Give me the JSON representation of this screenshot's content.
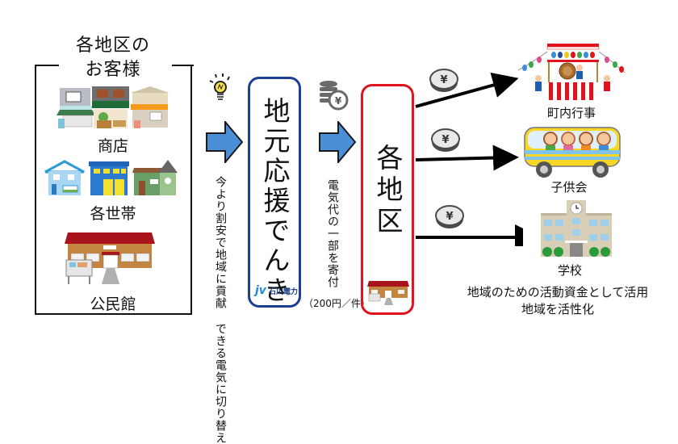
{
  "customers": {
    "title_line1": "各地区の",
    "title_line2": "お客様",
    "groups": [
      {
        "label": "商店",
        "icon": "shops-icon"
      },
      {
        "label": "各世帯",
        "icon": "houses-icon"
      },
      {
        "label": "公民館",
        "icon": "community-hall-icon"
      }
    ]
  },
  "step1": {
    "icon": "lightbulb-icon",
    "caption_col1": "今より割安で地域に貢献",
    "caption_col2": "できる電気に切り替え"
  },
  "plan_box": {
    "title": "地元応援でんき",
    "logo_mark": "jv",
    "logo_text": "石川電力",
    "border_color": "#1b3f94"
  },
  "step2": {
    "icon": "yen-coins-icon",
    "caption": "電気代の一部を寄付",
    "amount": "（200円／件）"
  },
  "district_box": {
    "title": "各地区",
    "icon": "community-hall-icon",
    "border_color": "#e0141e"
  },
  "destinations": [
    {
      "label": "町内行事",
      "icon": "festival-icon"
    },
    {
      "label": "子供会",
      "icon": "school-bus-icon"
    },
    {
      "label": "学校",
      "icon": "school-icon"
    }
  ],
  "coin_symbol": "¥",
  "footer": {
    "line1": "地域のための活動資金として活用",
    "line2": "地域を活性化"
  },
  "colors": {
    "arrow_fill": "#4a8fd8",
    "arrow_stroke": "#1a1a1a"
  }
}
